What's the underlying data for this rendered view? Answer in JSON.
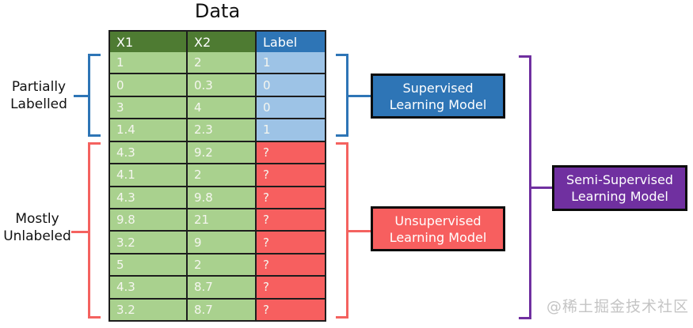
{
  "title": "Data",
  "table": {
    "headers": [
      "X1",
      "X2",
      "Label"
    ],
    "rows": [
      {
        "x1": "1",
        "x2": "2",
        "label": "1",
        "labeled": true
      },
      {
        "x1": "0",
        "x2": "0.3",
        "label": "0",
        "labeled": true
      },
      {
        "x1": "3",
        "x2": "4",
        "label": "0",
        "labeled": true
      },
      {
        "x1": "1.4",
        "x2": "2.3",
        "label": "1",
        "labeled": true
      },
      {
        "x1": "4.3",
        "x2": "9.2",
        "label": "?",
        "labeled": false
      },
      {
        "x1": "4.1",
        "x2": "2",
        "label": "?",
        "labeled": false
      },
      {
        "x1": "4.3",
        "x2": "9.8",
        "label": "?",
        "labeled": false
      },
      {
        "x1": "9.8",
        "x2": "21",
        "label": "?",
        "labeled": false
      },
      {
        "x1": "3.2",
        "x2": "9",
        "label": "?",
        "labeled": false
      },
      {
        "x1": "5",
        "x2": "2",
        "label": "?",
        "labeled": false
      },
      {
        "x1": "4.3",
        "x2": "8.7",
        "label": "?",
        "labeled": false
      },
      {
        "x1": "3.2",
        "x2": "8.7",
        "label": "?",
        "labeled": false
      }
    ]
  },
  "side_labels": {
    "partially": {
      "line1": "Partially",
      "line2": "Labelled"
    },
    "mostly": {
      "line1": "Mostly",
      "line2": "Unlabeled"
    }
  },
  "boxes": {
    "supervised": {
      "line1": "Supervised",
      "line2": "Learning Model"
    },
    "unsupervised": {
      "line1": "Unsupervised",
      "line2": "Learning Model"
    },
    "semi": {
      "line1": "Semi-Supervised",
      "line2": "Learning Model"
    }
  },
  "watermark": "@稀土掘金技术社区",
  "colors": {
    "header_green": "#4e7b32",
    "cell_green": "#a9d18e",
    "header_blue": "#2e75b6",
    "cell_blue": "#9dc3e6",
    "cell_red": "#f75f5f",
    "bracket_blue": "#2e75b6",
    "bracket_red": "#f4625f",
    "bracket_purple": "#7030a0",
    "box_blue": "#2e75b6",
    "box_red": "#f75f5f",
    "box_purple": "#7030a0",
    "border_dark": "#1d1d1d",
    "watermark_gray": "#c4c4c4"
  }
}
